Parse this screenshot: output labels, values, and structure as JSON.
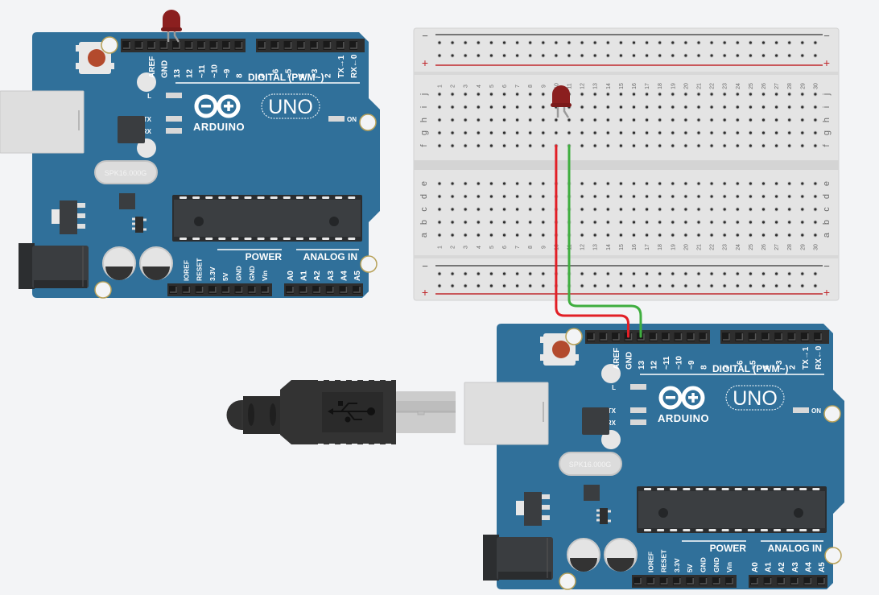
{
  "canvas": {
    "background": "#f3f4f6"
  },
  "colors": {
    "board": "#30709a",
    "header": "#2e2e2e",
    "led": "#8b1f1f",
    "wire_red": "#e21f26",
    "wire_green": "#3fae3f",
    "breadboard": "#e4e4e4",
    "rail_minus": "#333333",
    "rail_plus": "#c0282d"
  },
  "arduinos": [
    {
      "id": "arduino-1",
      "logo_text": "ARDUINO",
      "model": "UNO",
      "digital_pins": [
        "AREF",
        "GND",
        "13",
        "12",
        "~11",
        "~10",
        "~9",
        "8",
        "7",
        "~6",
        "~5",
        "4",
        "~3",
        "2",
        "TX→1",
        "RX←0"
      ],
      "digital_label": "DIGITAL (PWM~)",
      "power_pins": [
        "IOREF",
        "RESET",
        "3.3V",
        "5V",
        "GND",
        "GND",
        "Vin"
      ],
      "power_label": "POWER",
      "analog_pins": [
        "A0",
        "A1",
        "A2",
        "A3",
        "A4",
        "A5"
      ],
      "analog_label": "ANALOG IN",
      "leds": {
        "l": "L",
        "tx": "TX",
        "rx": "RX",
        "on": "ON"
      },
      "crystal": "SPK16.000G"
    },
    {
      "id": "arduino-2",
      "logo_text": "ARDUINO",
      "model": "UNO",
      "digital_pins": [
        "AREF",
        "GND",
        "13",
        "12",
        "~11",
        "~10",
        "~9",
        "8",
        "7",
        "~6",
        "~5",
        "4",
        "~3",
        "2",
        "TX→1",
        "RX←0"
      ],
      "digital_label": "DIGITAL (PWM~)",
      "power_pins": [
        "IOREF",
        "RESET",
        "3.3V",
        "5V",
        "GND",
        "GND",
        "Vin"
      ],
      "power_label": "POWER",
      "analog_pins": [
        "A0",
        "A1",
        "A2",
        "A3",
        "A4",
        "A5"
      ],
      "analog_label": "ANALOG IN",
      "leds": {
        "l": "L",
        "tx": "TX",
        "rx": "RX",
        "on": "ON"
      },
      "crystal": "SPK16.000G"
    }
  ],
  "breadboard": {
    "columns": 30,
    "rows_top": [
      "j",
      "i",
      "h",
      "g",
      "f"
    ],
    "rows_bottom": [
      "e",
      "d",
      "c",
      "b",
      "a"
    ],
    "rail_minus": "−",
    "rail_plus": "+"
  },
  "components": {
    "led_1": {
      "type": "LED",
      "color": "red",
      "placed_on": "arduino-1 GND/13"
    },
    "led_2": {
      "type": "LED",
      "color": "red",
      "placed_on": "breadboard column 10-11 row i"
    },
    "wire_red": {
      "from": "breadboard col 10",
      "to": "arduino-2 GND"
    },
    "wire_green": {
      "from": "breadboard col 11",
      "to": "arduino-2 13"
    },
    "usb_cable": {
      "type": "USB-B",
      "connected_to": "arduino-2"
    }
  }
}
